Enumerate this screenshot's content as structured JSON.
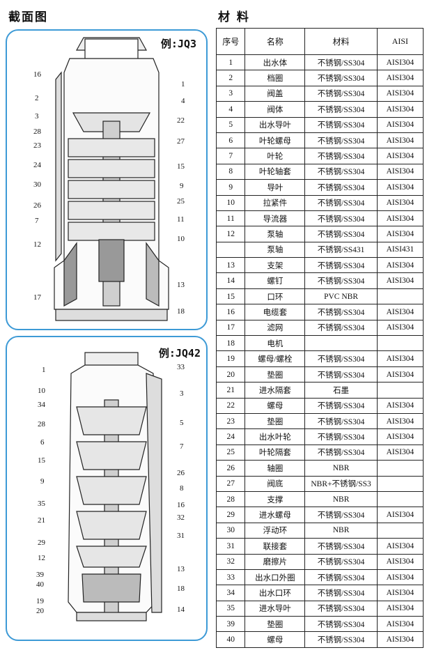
{
  "titles": {
    "section": "截面图",
    "materials": "材 料"
  },
  "diagram1": {
    "label": "例:JQ3",
    "callouts_left": [
      "16",
      "2",
      "3",
      "28",
      "23",
      "24",
      "30",
      "26",
      "7",
      "12",
      "17"
    ],
    "callouts_right": [
      "1",
      "4",
      "22",
      "27",
      "15",
      "9",
      "25",
      "11",
      "10",
      "13",
      "18"
    ]
  },
  "diagram2": {
    "label": "例:JQ42",
    "callouts_left": [
      "1",
      "10",
      "34",
      "28",
      "6",
      "15",
      "9",
      "35",
      "21",
      "29",
      "12",
      "39",
      "40",
      "19",
      "20"
    ],
    "callouts_right": [
      "33",
      "3",
      "5",
      "7",
      "26",
      "8",
      "16",
      "32",
      "31",
      "13",
      "18",
      "14"
    ]
  },
  "table": {
    "headers": [
      "序号",
      "名称",
      "材料",
      "AISI"
    ],
    "rows": [
      [
        "1",
        "出水体",
        "不锈钢/SS304",
        "AISI304"
      ],
      [
        "2",
        "档圈",
        "不锈钢/SS304",
        "AISI304"
      ],
      [
        "3",
        "阀盖",
        "不锈钢/SS304",
        "AISI304"
      ],
      [
        "4",
        "阀体",
        "不锈钢/SS304",
        "AISI304"
      ],
      [
        "5",
        "出水导叶",
        "不锈钢/SS304",
        "AISI304"
      ],
      [
        "6",
        "叶轮螺母",
        "不锈钢/SS304",
        "AISI304"
      ],
      [
        "7",
        "叶轮",
        "不锈钢/SS304",
        "AISI304"
      ],
      [
        "8",
        "叶轮轴套",
        "不锈钢/SS304",
        "AISI304"
      ],
      [
        "9",
        "导叶",
        "不锈钢/SS304",
        "AISI304"
      ],
      [
        "10",
        "拉紧件",
        "不锈钢/SS304",
        "AISI304"
      ],
      [
        "11",
        "导流器",
        "不锈钢/SS304",
        "AISI304"
      ],
      [
        "12",
        "泵轴",
        "不锈钢/SS304",
        "AISI304"
      ],
      [
        "",
        "泵轴",
        "不锈钢/SS431",
        "AISI431"
      ],
      [
        "13",
        "支架",
        "不锈钢/SS304",
        "AISI304"
      ],
      [
        "14",
        "螺钉",
        "不锈钢/SS304",
        "AISI304"
      ],
      [
        "15",
        "口环",
        "PVC  NBR",
        ""
      ],
      [
        "16",
        "电缆套",
        "不锈钢/SS304",
        "AISI304"
      ],
      [
        "17",
        "滤网",
        "不锈钢/SS304",
        "AISI304"
      ],
      [
        "18",
        "电机",
        "",
        ""
      ],
      [
        "19",
        "螺母/螺栓",
        "不锈钢/SS304",
        "AISI304"
      ],
      [
        "20",
        "垫圈",
        "不锈钢/SS304",
        "AISI304"
      ],
      [
        "21",
        "进水隔套",
        "石墨",
        ""
      ],
      [
        "22",
        "螺母",
        "不锈钢/SS304",
        "AISI304"
      ],
      [
        "23",
        "垫圈",
        "不锈钢/SS304",
        "AISI304"
      ],
      [
        "24",
        "出水叶轮",
        "不锈钢/SS304",
        "AISI304"
      ],
      [
        "25",
        "叶轮隔套",
        "不锈钢/SS304",
        "AISI304"
      ],
      [
        "26",
        "轴圈",
        "NBR",
        ""
      ],
      [
        "27",
        "阀底",
        "NBR+不锈钢/SS3",
        ""
      ],
      [
        "28",
        "支撑",
        "NBR",
        ""
      ],
      [
        "29",
        "进水螺母",
        "不锈钢/SS304",
        "AISI304"
      ],
      [
        "30",
        "浮动环",
        "NBR",
        ""
      ],
      [
        "31",
        "联接套",
        "不锈钢/SS304",
        "AISI304"
      ],
      [
        "32",
        "磨擦片",
        "不锈钢/SS304",
        "AISI304"
      ],
      [
        "33",
        "出水口外圈",
        "不锈钢/SS304",
        "AISI304"
      ],
      [
        "34",
        "出水口环",
        "不锈钢/SS304",
        "AISI304"
      ],
      [
        "35",
        "进水导叶",
        "不锈钢/SS304",
        "AISI304"
      ],
      [
        "39",
        "垫圈",
        "不锈钢/SS304",
        "AISI304"
      ],
      [
        "40",
        "螺母",
        "不锈钢/SS304",
        "AISI304"
      ]
    ]
  }
}
